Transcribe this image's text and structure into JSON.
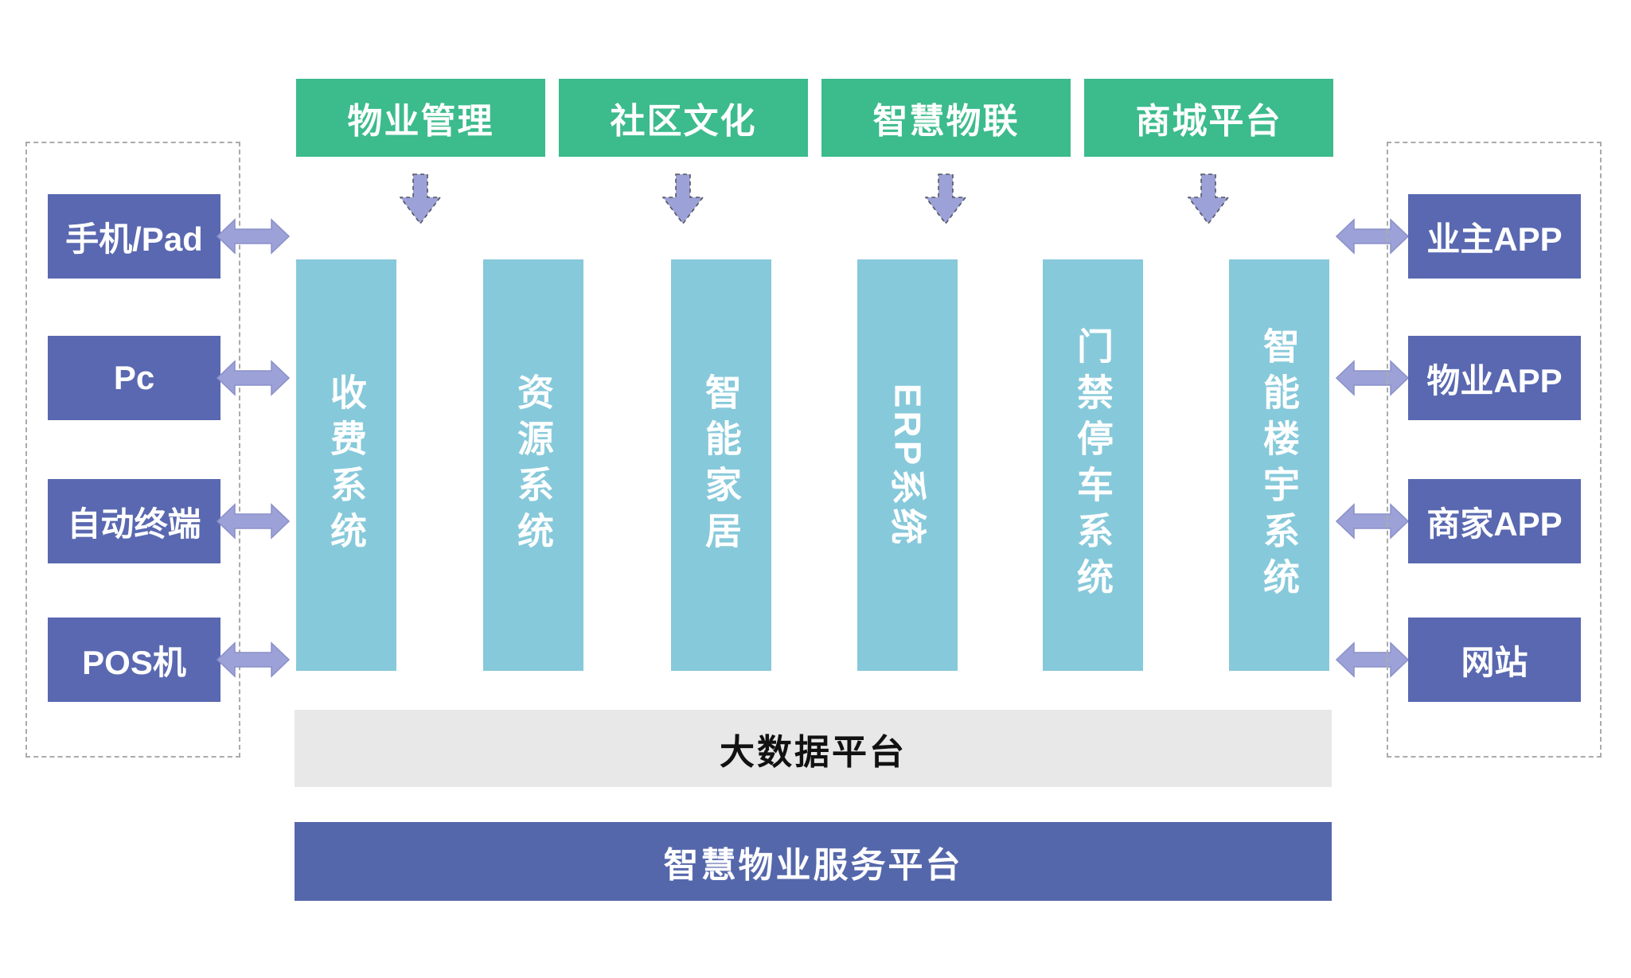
{
  "header": {
    "modules": [
      "物业管理",
      "社区文化",
      "智慧物联",
      "商城平台"
    ]
  },
  "left_devices": {
    "items": [
      "手机/Pad",
      "Pc",
      "自动终端",
      "POS机"
    ]
  },
  "right_channels": {
    "items": [
      "业主APP",
      "物业APP",
      "商家APP",
      "网站"
    ]
  },
  "systems": {
    "items": [
      "收费系统",
      "资源系统",
      "智能家居",
      "ERP系统",
      "门禁停车系统",
      "智能楼宇系统"
    ]
  },
  "bars": {
    "big_data": "大数据平台",
    "service_platform": "智慧物业服务平台"
  },
  "icons": {
    "down_arrow": "down-arrow-icon",
    "double_arrow": "double-arrow-icon"
  },
  "palette": {
    "module_green": "#3CBB8C",
    "system_blue": "#86C9DA",
    "box_purple": "#5968B0",
    "arrow_purple": "#9CA2D8",
    "bar_gray": "#E8E8E8",
    "platform_purple": "#5567AB",
    "dashed_border": "#ABABAB"
  }
}
